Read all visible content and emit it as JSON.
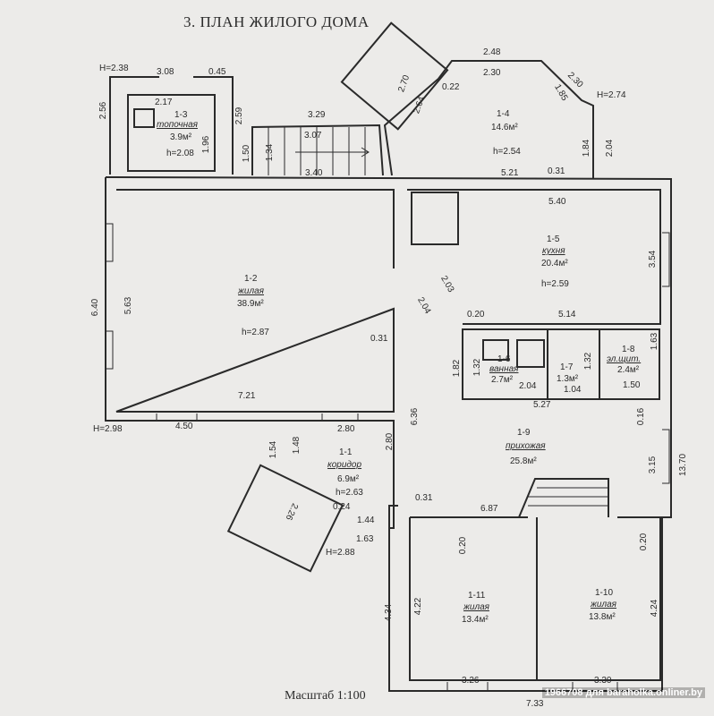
{
  "title": "3. ПЛАН ЖИЛОГО ДОМА",
  "scale": "Масштаб 1:100",
  "watermark": "1966708 для baraholka.onliner.by",
  "rooms": {
    "r13": {
      "id": "1-3",
      "name": "топочная",
      "area": "3.9м²",
      "height": "h=2.08"
    },
    "r14": {
      "id": "1-4",
      "area": "14.6м²",
      "height": "h=2.54"
    },
    "r12": {
      "id": "1-2",
      "name": "жилая",
      "area": "38.9м²",
      "height": "h=2.87"
    },
    "r15": {
      "id": "1-5",
      "name": "кухня",
      "area": "20.4м²",
      "height": "h=2.59"
    },
    "r16": {
      "id": "1-6",
      "name": "ванная",
      "area": "2.7м²"
    },
    "r17": {
      "id": "1-7",
      "area": "1.3м²"
    },
    "r18": {
      "id": "1-8",
      "name": "эл.щит.",
      "area": "2.4м²"
    },
    "r19": {
      "id": "1-9",
      "name": "прихожая",
      "area": "25.8м²"
    },
    "r11": {
      "id": "1-1",
      "name": "коридор",
      "area": "6.9м²",
      "height": "h=2.63"
    },
    "r111": {
      "id": "1-11",
      "name": "жилая",
      "area": "13.4м²"
    },
    "r110": {
      "id": "1-10",
      "name": "жилая",
      "area": "13.8м²"
    }
  },
  "levels": {
    "h238": "H=2.38",
    "h274": "H=2.74",
    "h298": "H=2.98",
    "h288": "H=2.88"
  },
  "dims": {
    "d308": "3.08",
    "d045": "0.45",
    "d256": "2.56",
    "d217": "2.17",
    "d259": "2.59",
    "d196": "1.96",
    "d329": "3.29",
    "d307": "3.07",
    "d150": "1.50",
    "d134": "1.34",
    "d340": "3.40",
    "d270": "2.70",
    "d264": "2.64",
    "d022": "0.22",
    "d248": "2.48",
    "d230a": "2.30",
    "d230b": "2.30",
    "d185": "1.85",
    "d184": "1.84",
    "d204a": "2.04",
    "d521": "5.21",
    "d031a": "0.31",
    "d540": "5.40",
    "d354": "3.54",
    "d640": "6.40",
    "d563": "5.63",
    "d203": "2.03",
    "d204b": "2.04",
    "d020a": "0.20",
    "d514": "5.14",
    "d031b": "0.31",
    "d182": "1.82",
    "d132a": "1.32",
    "d204c": "2.04",
    "d132b": "1.32",
    "d104": "1.04",
    "d163": "1.63",
    "d150b": "1.50",
    "d721": "7.21",
    "d527": "5.27",
    "d016": "0.16",
    "d450": "4.50",
    "d280a": "2.80",
    "d636": "6.36",
    "d154": "1.54",
    "d148": "1.48",
    "d280b": "2.80",
    "d315": "3.15",
    "d1370": "13.70",
    "d031c": "0.31",
    "d687": "6.87",
    "d226": "2.26",
    "d024": "0.24",
    "d144": "1.44",
    "d163b": "1.63",
    "d020b": "0.20",
    "d020c": "0.20",
    "d434": "4.34",
    "d422": "4.22",
    "d424": "4.24",
    "d326": "3.26",
    "d330": "3.30",
    "d733": "7.33"
  }
}
